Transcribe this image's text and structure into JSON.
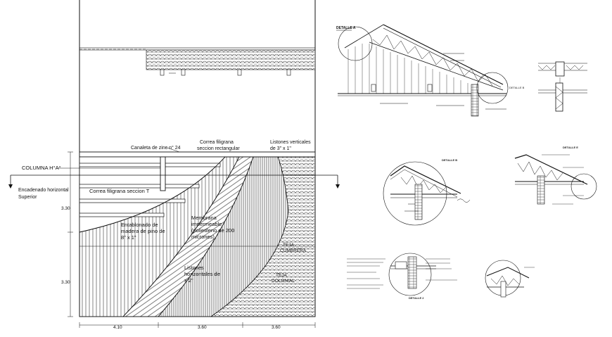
{
  "main_plan": {
    "labels": {
      "canaleta": "Canaleta de zinc n° 24",
      "correa_rect_1": "Correa filigrana",
      "correa_rect_2": "seccion rectangular",
      "listones_vert_1": "Listones verticales",
      "listones_vert_2": "de 3\" x 1\"",
      "columna": "COLUMNA H°A°",
      "encadenado_1": "Encadenado horizontal",
      "encadenado_2": "Superior",
      "correa_t": "Correa filigrana seccion T",
      "entablonado_1": "Entablonado de",
      "entablonado_2": "madera de pino de",
      "entablonado_3": "8\" x 1\"",
      "membrana_1": "Membrana",
      "membrana_2": "impermeable",
      "membrana_3": "(polietileno de 200",
      "membrana_4": "micrones)",
      "listones_h_1": "Listones",
      "listones_h_2": "horizontales de",
      "listones_h_3": "x 2\"",
      "teja_1": "TEJA",
      "teja_2": "CUMBRERA",
      "teja_3": "TEJA",
      "teja_4": "COLONIAL"
    },
    "dimensions": {
      "height_1": "3.30",
      "height_2": "3.30",
      "width_1": "4.10",
      "width_2": "3.60",
      "width_3": "3.60"
    }
  },
  "details": {
    "detalle_a": "DETALLE A",
    "detalle_b_top": "DETALLE B",
    "detalle_b": "DETALLE B",
    "detalle_e": "DETALLE E",
    "detalle_2": "DETALLE 2"
  }
}
